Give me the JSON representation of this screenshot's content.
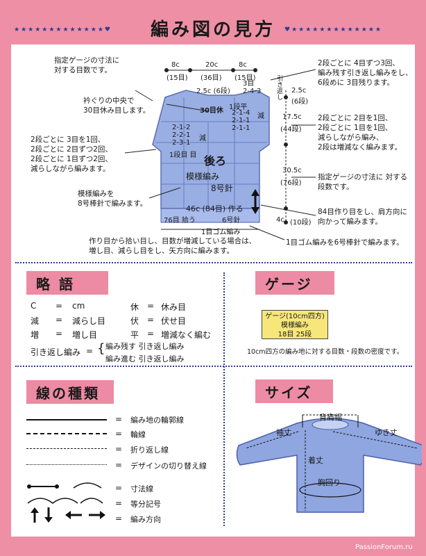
{
  "page": {
    "title": "編み図の見方",
    "watermark": "PassionForum.ru"
  },
  "diagram": {
    "top_dims": [
      {
        "cm": "8c",
        "stitches": "(15目)"
      },
      {
        "cm": "20c",
        "stitches": "(36目)"
      },
      {
        "cm": "8c",
        "stitches": "(15目)"
      }
    ],
    "labels": {
      "shoulder": "2.5c (6段)",
      "shoulder_rows": "3目\n2-4-3",
      "shoulder_rs": "引き返し",
      "neck_center": "30目休",
      "neck_rows": "2-1-4\n2-1-1\n2-1-1",
      "neck_top": "1段平",
      "armhole_right": "減",
      "armhole_rows": "2-1-2\n2-2-1\n2-3-1",
      "armhole_left_label": "減",
      "armhole_flat": "1段目 目",
      "back_label": "後ろ",
      "pattern_label": "模様編み",
      "needle_label": "8号針",
      "bottom_width": "46c (84目) 作る",
      "bottom_left": "76目 拾う",
      "needle6": "6号針",
      "rib": "1目ゴム編み",
      "right_25": "2.5c",
      "right_6rows": "(6段)",
      "right_175": "17.5c",
      "right_44rows": "(44段)",
      "right_305": "30.5c",
      "right_76rows": "(76段)",
      "right_4c": "4c",
      "right_10rows": "(10段)"
    },
    "notes": {
      "gauge_note": "指定ゲージの寸法に\n対する目数です。",
      "neck_note": "衿ぐりの中央で\n30目休み目します。",
      "armhole_note": "2段ごとに 3目を1回、\n2段ごとに 2目ずつ2回、\n2段ごとに 1目ずつ2回、\n減らしながら編みます。",
      "pattern_note": "模様編みを\n8号棒針で編みます。",
      "shoulder_note": "2段ごとに 4目ずつ3回、\n編み残す引き返し編みをし、\n6段めに 3目残ります。",
      "right_armhole_note": "2段ごとに 2目を1回、\n2段ごとに 1目を1回、\n減らしながら編み、\n2段は増減なく編みます。",
      "rows_note": "指定ゲージの寸法に 対する\n段数です。",
      "cast_on_note": "84目作り目をし、肩方向に\n向かって編みます。",
      "rib_note": "1目ゴム編みを6号棒針で編みます。",
      "pickup_note": "作り目から拾い目し、目数が増減している場合は、\n増し目、減らし目をし、矢方向に編みます。"
    }
  },
  "abbr": {
    "label": "略 語",
    "left": [
      {
        "term": "C",
        "eq": "=",
        "def": "cm"
      },
      {
        "term": "減",
        "eq": "=",
        "def": "減らし目"
      },
      {
        "term": "増",
        "eq": "=",
        "def": "増し目"
      }
    ],
    "right": [
      {
        "term": "休",
        "eq": "=",
        "def": "休み目"
      },
      {
        "term": "伏",
        "eq": "=",
        "def": "伏せ目"
      },
      {
        "term": "平",
        "eq": "=",
        "def": "増減なく編む"
      }
    ],
    "hikikaeshi": {
      "term": "引き返し編み",
      "eq": "=",
      "def1": "編み残す 引き返し編み",
      "def2": "編み進む 引き返し編み"
    }
  },
  "gauge": {
    "label": "ゲージ",
    "box_title": "ゲージ(10cm四方)",
    "box_pattern": "模様編み",
    "box_values": "18目 25段",
    "caption": "10cm四方の編み地に対する目数・段数の密度です。"
  },
  "lines": {
    "label": "線の種類",
    "items": [
      {
        "eq": "=",
        "text": "編み地の輪郭線"
      },
      {
        "eq": "=",
        "text": "輪線"
      },
      {
        "eq": "=",
        "text": "折り返し線"
      },
      {
        "eq": "=",
        "text": "デザインの切り替え線"
      },
      {
        "eq": "=",
        "text": "寸法線"
      },
      {
        "eq": "=",
        "text": "等分記号"
      },
      {
        "eq": "=",
        "text": "編み方向"
      }
    ]
  },
  "size": {
    "label": "サイズ",
    "shoulder_width": "背肩幅",
    "sleeve_length": "袖丈",
    "yuki": "ゆき丈",
    "body_length": "着丈",
    "chest": "胸回り"
  },
  "colors": {
    "pink": "#ee8fa6",
    "navy": "#2b3b8f",
    "knit": "#8fa6e0",
    "yellow": "#f7e77a"
  }
}
